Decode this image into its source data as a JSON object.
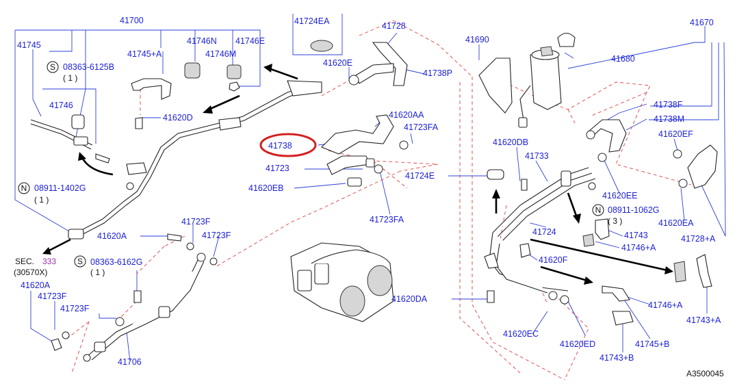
{
  "labels": {
    "p41700": "41700",
    "p41745": "41745",
    "p41745a": "41745+A",
    "p41746n": "41746N",
    "p41746m": "41746M",
    "p41746e": "41746E",
    "p41724ea": "41724EA",
    "p41728": "41728",
    "p41690": "41690",
    "p41670": "41670",
    "p41680": "41680",
    "s08363_6125b": "08363-6125B",
    "qty1a": "( 1 )",
    "p41746": "41746",
    "p41620e": "41620E",
    "p41738p": "41738P",
    "p41620d": "41620D",
    "p41620aa": "41620AA",
    "p41723fa_top": "41723FA",
    "p41738": "41738",
    "p41620db": "41620DB",
    "p41738f": "41738F",
    "p41738m": "41738M",
    "p41620ef": "41620EF",
    "p41723": "41723",
    "p41733": "41733",
    "p41724e": "41724E",
    "n08911_1402g": "08911-1402G",
    "qty1b": "( 1 )",
    "p41620eb": "41620EB",
    "p41723fa_bot": "41723FA",
    "p41620ee": "41620EE",
    "n08911_1062g": "08911-1062G",
    "qty3": "( 3 )",
    "p41620ea": "41620EA",
    "p41723f_a": "41723F",
    "p41620a": "41620A",
    "p41723f_b": "41723F",
    "p41724": "41724",
    "p41743": "41743",
    "p41728a": "41728+A",
    "p41746a_1": "41746+A",
    "sec": "SEC.",
    "sec_num": "333",
    "sec_sub": "(30570X)",
    "s08363_6162g": "08363-6162G",
    "qty1c": "( 1 )",
    "p41620f": "41620F",
    "p41620a_left": "41620A",
    "p41723f_c": "41723F",
    "p41723f_d": "41723F",
    "p41620da": "41620DA",
    "p41746a_2": "41746+A",
    "p41743a": "41743+A",
    "p41620ec": "41620EC",
    "p41620ed": "41620ED",
    "p41745b": "41745+B",
    "p41743b": "41743+B",
    "p41706": "41706",
    "code": "A3500045"
  },
  "symbols": {
    "s": "S",
    "n": "N"
  },
  "colors": {
    "label": "#1a1fd6",
    "leader": "#2a3fd8",
    "dashed_guide": "#e04040",
    "highlight_ring": "#d42020",
    "section_number": "#9a2fb0"
  }
}
